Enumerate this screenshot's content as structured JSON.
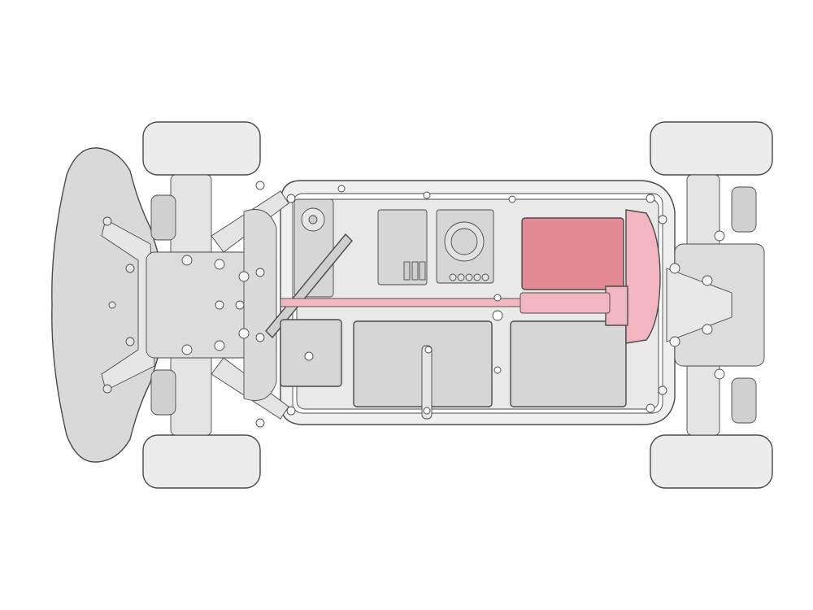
{
  "illustration": {
    "subject": "rc-car-chassis-top-view",
    "colors": {
      "background": "#ffffff",
      "outline": "#4a4a4a",
      "tire": "#ececec",
      "frame": "#efefef",
      "component_gray": "#d6d6d6",
      "bumper": "#d9d9d9",
      "motor_highlight": "#e38a95",
      "drivetrain_highlight": "#f1b6c0"
    },
    "highlighted_parts": [
      "motor",
      "gearbox",
      "driveshaft"
    ]
  }
}
